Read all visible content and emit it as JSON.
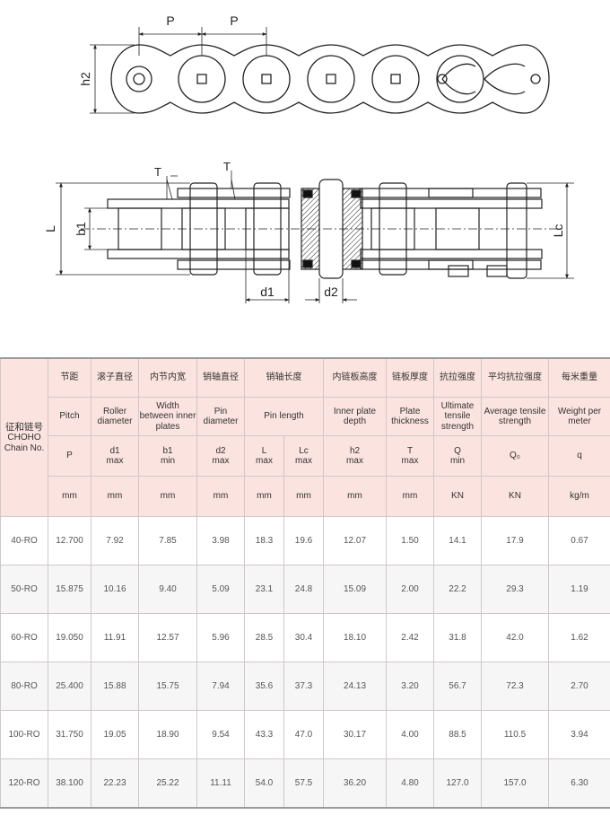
{
  "drawing": {
    "labels": {
      "pitch_left": "P",
      "pitch_right": "P",
      "h2": "h2",
      "t_left": "T",
      "t_right": "T",
      "L": "L",
      "b1": "b1",
      "Lc": "Lc",
      "d1": "d1",
      "d2": "d2"
    }
  },
  "table": {
    "model_header": [
      "征和链号",
      "CHOHO",
      "Chain No."
    ],
    "columns": [
      {
        "zh": "节距",
        "en": "Pitch",
        "sym": "P",
        "unit": "mm"
      },
      {
        "zh": "滚子直径",
        "en": "Roller diameter",
        "sym": "d1\nmax",
        "unit": "mm"
      },
      {
        "zh": "内节内宽",
        "en": "Width between inner plates",
        "sym": "b1\nmin",
        "unit": "mm"
      },
      {
        "zh": "销轴直径",
        "en": "Pin diameter",
        "sym": "d2\nmax",
        "unit": "mm"
      },
      {
        "zh": "销轴长度",
        "en": "Pin length",
        "sym_a": "L\nmax",
        "sym_b": "Lc\nmax",
        "unit_a": "mm",
        "unit_b": "mm"
      },
      {
        "zh": "内链板高度",
        "en": "Inner plate depth",
        "sym": "h2\nmax",
        "unit": "mm"
      },
      {
        "zh": "链板厚度",
        "en": "Plate thickness",
        "sym": "T\nmax",
        "unit": "mm"
      },
      {
        "zh": "抗拉强度",
        "en": "Ultimate tensile strength",
        "sym": "Q\nmin",
        "unit": "KN"
      },
      {
        "zh": "平均抗拉强度",
        "en": "Average tensile strength",
        "sym": "Q₀",
        "unit": "KN"
      },
      {
        "zh": "每米重量",
        "en": "Weight per meter",
        "sym": "q",
        "unit": "kg/m"
      }
    ],
    "rows": [
      [
        "40-RO",
        "12.700",
        "7.92",
        "7.85",
        "3.98",
        "18.3",
        "19.6",
        "12.07",
        "1.50",
        "14.1",
        "17.9",
        "0.67"
      ],
      [
        "50-RO",
        "15.875",
        "10.16",
        "9.40",
        "5.09",
        "23.1",
        "24.8",
        "15.09",
        "2.00",
        "22.2",
        "29.3",
        "1.19"
      ],
      [
        "60-RO",
        "19.050",
        "11.91",
        "12.57",
        "5.96",
        "28.5",
        "30.4",
        "18.10",
        "2.42",
        "31.8",
        "42.0",
        "1.62"
      ],
      [
        "80-RO",
        "25.400",
        "15.88",
        "15.75",
        "7.94",
        "35.6",
        "37.3",
        "24.13",
        "3.20",
        "56.7",
        "72.3",
        "2.70"
      ],
      [
        "100-RO",
        "31.750",
        "19.05",
        "18.90",
        "9.54",
        "43.3",
        "47.0",
        "30.17",
        "4.00",
        "88.5",
        "110.5",
        "3.94"
      ],
      [
        "120-RO",
        "38.100",
        "22.23",
        "25.22",
        "11.11",
        "54.0",
        "57.5",
        "36.20",
        "4.80",
        "127.0",
        "157.0",
        "6.30"
      ]
    ]
  }
}
